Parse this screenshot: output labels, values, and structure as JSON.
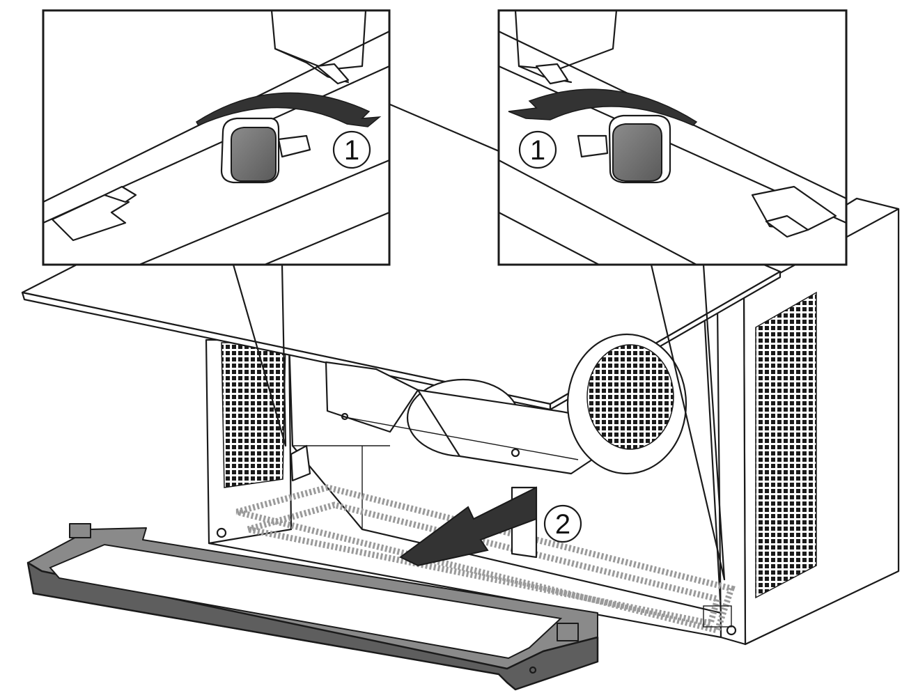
{
  "callouts": {
    "step1_left": "1",
    "step1_right": "1",
    "step2": "2"
  },
  "colors": {
    "line": "#1a1a1a",
    "frame_fill": "#5e5e5e",
    "latch_fill": "#777777",
    "arrow_fill": "#333333",
    "ghost_frame": "#9a9a9a"
  }
}
